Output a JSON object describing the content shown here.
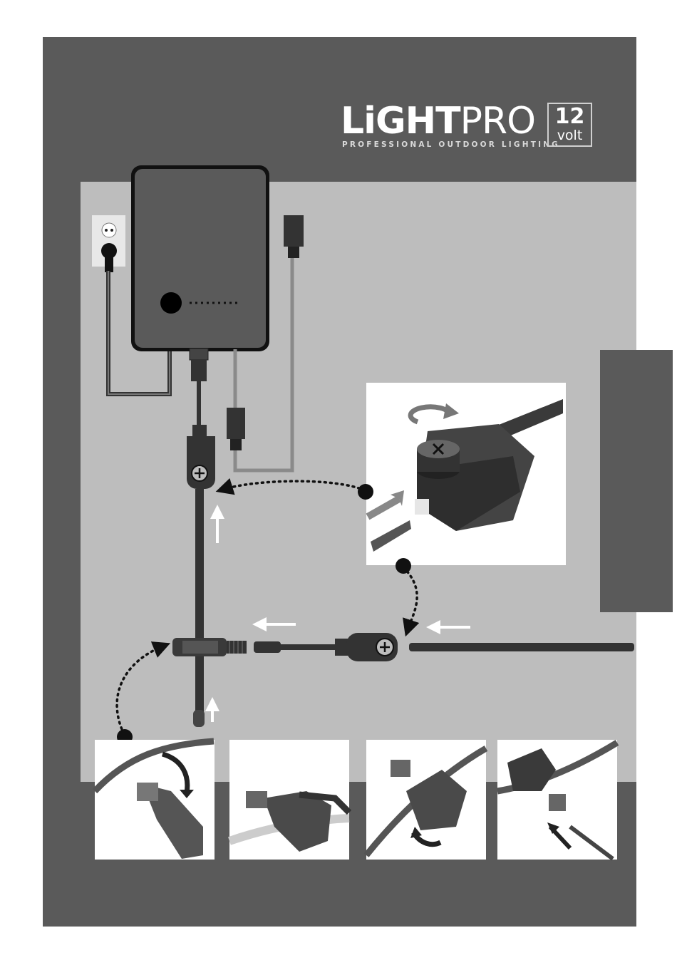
{
  "logo": {
    "brand_bold": "LiGHT",
    "brand_light": "PRO",
    "tagline": "PROFESSIONAL OUTDOOR LIGHTING",
    "voltage_number": "12",
    "voltage_unit": "volt"
  },
  "colors": {
    "page": "#ffffff",
    "dark_panel": "#5a5a5a",
    "light_panel": "#bdbdbd",
    "device": "#575757",
    "cable_dark": "#333333",
    "cable_grey": "#8a8a8a",
    "photo_bg": "#ffffff",
    "side_tab": "#5a5a5a"
  },
  "icons": [
    "wall-socket-icon",
    "transformer-icon",
    "plug-icon",
    "connector-icon",
    "rotate-arrow-icon",
    "flow-arrow-icon",
    "dotted-arrow-icon"
  ],
  "illustrations": [
    "wiring-overview",
    "connector-dial-closeup",
    "step-1-open-connector",
    "step-2-place-cable",
    "step-3-close-connector",
    "step-4-attach-plug"
  ]
}
